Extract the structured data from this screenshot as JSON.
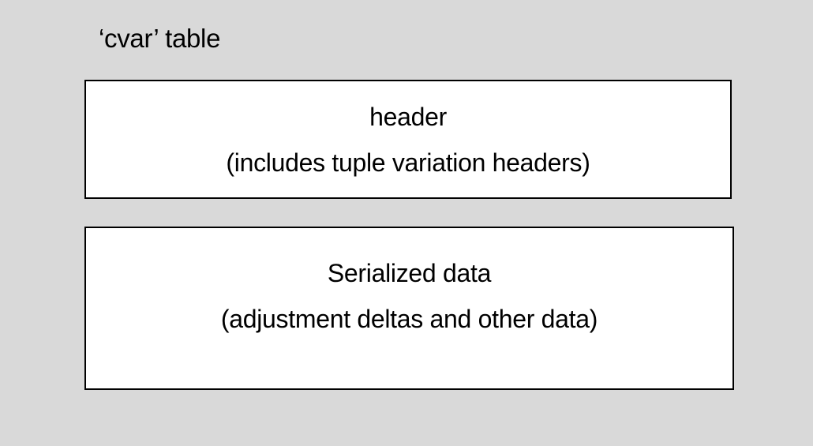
{
  "title": "‘cvar’ table",
  "boxes": [
    {
      "name": "header",
      "line1": "header",
      "line2": "(includes tuple variation headers)"
    },
    {
      "name": "serialized-data",
      "line1": "Serialized data",
      "line2": "(adjustment deltas and other data)"
    }
  ],
  "colors": {
    "background": "#d9d9d9",
    "box_background": "#ffffff",
    "border": "#000000",
    "text": "#000000"
  }
}
